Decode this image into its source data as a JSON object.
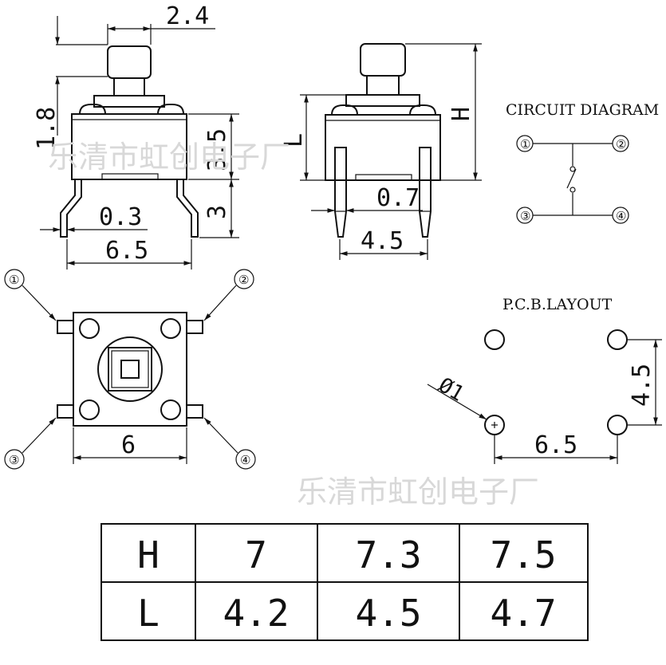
{
  "dimensions": {
    "actuator_width": "2.4",
    "stem_height": "1.8",
    "body_height": "3.5",
    "lead_length": "3",
    "lead_thickness": "0.3",
    "lead_span": "6.5",
    "pin_width": "0.7",
    "pin_pitch": "4.5",
    "body_width": "6",
    "height_label": "H",
    "length_label": "L"
  },
  "circuit": {
    "title": "CIRCUIT DIAGRAM",
    "pins": [
      "①",
      "②",
      "③",
      "④"
    ]
  },
  "pcb": {
    "title": "P.C.B.LAYOUT",
    "hole_diameter": "Ø1",
    "vertical_pitch": "4.5",
    "horizontal_pitch": "6.5"
  },
  "watermark": "乐清市虹创电子厂",
  "table": {
    "rows": [
      {
        "label": "H",
        "values": [
          "7",
          "7.3",
          "7.5"
        ]
      },
      {
        "label": "L",
        "values": [
          "4.2",
          "4.5",
          "4.7"
        ]
      }
    ]
  }
}
